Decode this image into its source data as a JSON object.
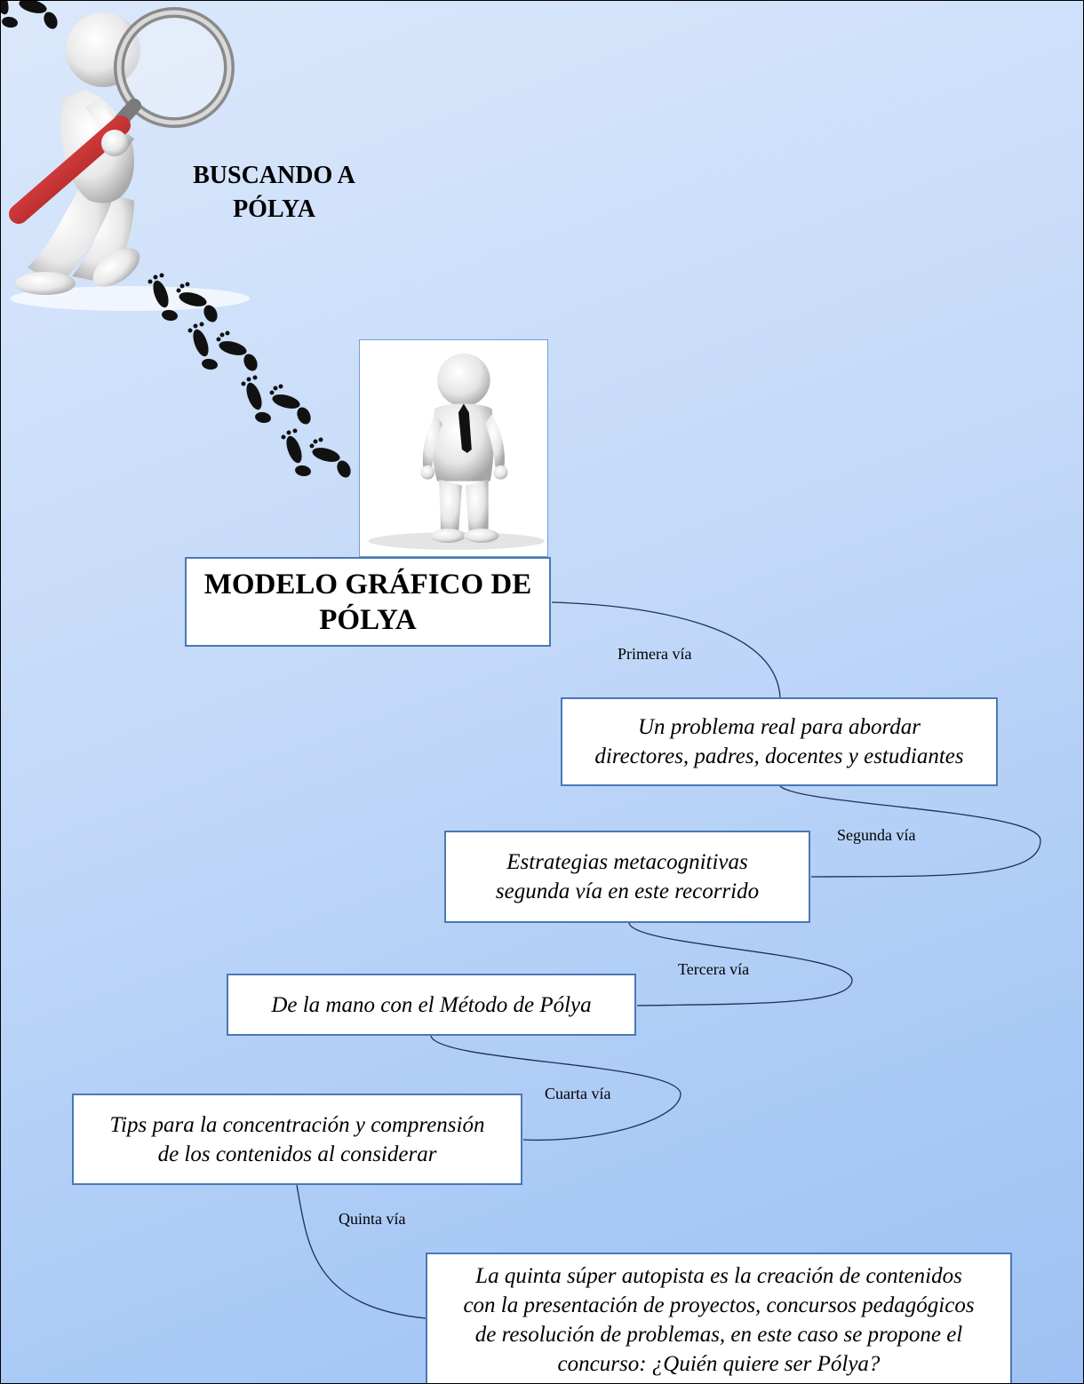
{
  "header": {
    "title_line1": "BUSCANDO A",
    "title_line2": "PÓLYA"
  },
  "main": {
    "title_line1": "MODELO GRÁFICO DE",
    "title_line2": "PÓLYA"
  },
  "steps": [
    {
      "via": "Primera vía",
      "line1": "Un problema real para abordar",
      "line2": "directores, padres, docentes y estudiantes"
    },
    {
      "via": "Segunda vía",
      "line1": "Estrategias metacognitivas",
      "line2": "segunda vía en este recorrido"
    },
    {
      "via": "Tercera vía",
      "line1": "De la mano con el Método de Pólya"
    },
    {
      "via": "Cuarta vía",
      "line1": "Tips para la concentración y comprensión",
      "line2": "de los contenidos al considerar"
    },
    {
      "via": "Quinta vía",
      "line1": "La quinta súper autopista es la creación de contenidos",
      "line2": "con la presentación de proyectos, concursos pedagógicos",
      "line3": "de resolución de problemas, en este caso se propone el",
      "line4": "concurso: ¿Quién quiere ser Pólya?"
    }
  ],
  "colors": {
    "background_top": "#dbe8fb",
    "background_bottom": "#9fc2f4",
    "box_border": "#4a78b5",
    "connector": "#1f2f5c",
    "magnifier_handle": "#c92222"
  },
  "icons": {
    "searcher": "figure-with-magnifying-glass-icon",
    "footprints": "footprints-icon",
    "standing": "standing-figure-with-tie-icon"
  }
}
